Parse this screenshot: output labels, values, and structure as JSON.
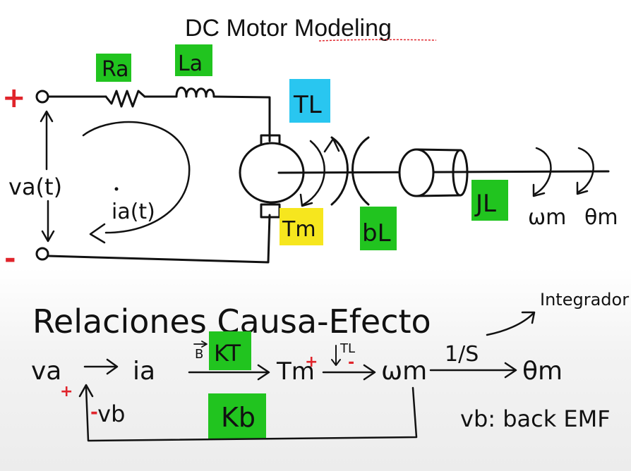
{
  "title": "DC Motor Modeling",
  "colors": {
    "green": "#21c41f",
    "cyan": "#29c6f0",
    "yellow": "#f6e61e",
    "red": "#e0242b",
    "ink": "#111111"
  },
  "circuit": {
    "plus_sign": "+",
    "minus_sign": "-",
    "resistor_label": "Ra",
    "inductor_label": "La",
    "voltage_label": "va(t)",
    "current_label": "ia(t)",
    "load_torque_label": "TL",
    "motor_torque_label": "Tm",
    "friction_label": "bL",
    "inertia_label": "JL",
    "speed_label": "ωm",
    "angle_label": "θm"
  },
  "relations": {
    "heading": "Relaciones Causa-Efecto",
    "integrator_label": "Integrador",
    "va": "va",
    "plus_mark": "+",
    "ia": "ia",
    "b_vector": "B",
    "kt": "KT",
    "tm": "Tm",
    "tm_plus": "+",
    "tl": "TL",
    "tl_minus": "-",
    "wm": "ωm",
    "one_over_s": "1/S",
    "thm": "θm",
    "neg_vb": "-vb",
    "kb": "Kb",
    "backemf_note": "vb: back EMF"
  }
}
